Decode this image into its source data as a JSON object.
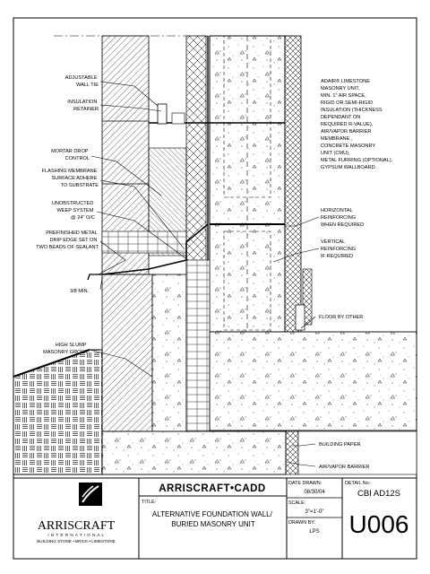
{
  "labels": {
    "adjustable_wall_tie": [
      "ADJUSTABLE",
      "WALL TIE"
    ],
    "insulation_retainer": [
      "INSULATION",
      "RETAINER"
    ],
    "mortar_drop_control": [
      "MORTAR DROP",
      "CONTROL"
    ],
    "flashing_membrane": [
      "FLASHING MEMBRANE",
      "SURFACE ADHERE",
      "TO SUBSTRATE"
    ],
    "weep_system": [
      "UNOBSTRUCTED",
      "WEEP SYSTEM",
      "@ 24\" O/C"
    ],
    "drip_edge": [
      "PREFINISHED METAL",
      "DRIP EDGE SET ON",
      "TWO BEADS OF SEALANT"
    ],
    "min_dim": "3/8 MIN.",
    "grout": [
      "HIGH SLUMP",
      "MASONRY GROUT"
    ],
    "wall_assembly": [
      "ADAIR® LIMESTONE",
      "MASONRY UNIT,",
      "MIN. 1\" AIR SPACE,",
      "RIGID OR SEMI-RIGID",
      "INSULATION (THICKNESS",
      "DEPENDANT ON",
      "REQUIRED R-VALUE),",
      "AIR/VAPOR BARRIER",
      "MEMBRANE ,",
      "CONCRETE MASONRY",
      "UNIT (CMU),",
      "METAL FURRING (OPTIONAL),",
      "GYPSUM WALLBOARD."
    ],
    "horizontal_reinforcing": [
      "HORIZONTAL",
      "REINFORCING",
      "WHEN REQUIRED"
    ],
    "vertical_reinforcing": [
      "VERTICAL",
      "REINFORCING",
      "IF REQUIRED"
    ],
    "floor_by_other": "FLOOR BY OTHER",
    "building_paper": "BUILDING PAPER",
    "air_vapor_barrier": "AIR/VAPOR BARRIER"
  },
  "title_block": {
    "company": "ARRISCRAFT",
    "company_sub": "I N T E R N A T I O N A L",
    "company_tag": "BUILDING STONE • BRICK • LIMESTONE",
    "banner": "ARRISCRAFT•CADD",
    "title_label": "TITLE:",
    "title_lines": [
      "ALTERNATIVE FOUNDATION WALL/",
      "BURIED MASONRY UNIT"
    ],
    "date_label": "DATE DRAWN:",
    "date_value": "08/30/04",
    "scale_label": "SCALE:",
    "scale_value": "3\"=1'-0\"",
    "drawn_label": "DRAWN BY:",
    "drawn_value": "LPS",
    "detail_label": "DETAIL No:",
    "detail_code": "CBI AD12S",
    "detail_number": "U006"
  }
}
